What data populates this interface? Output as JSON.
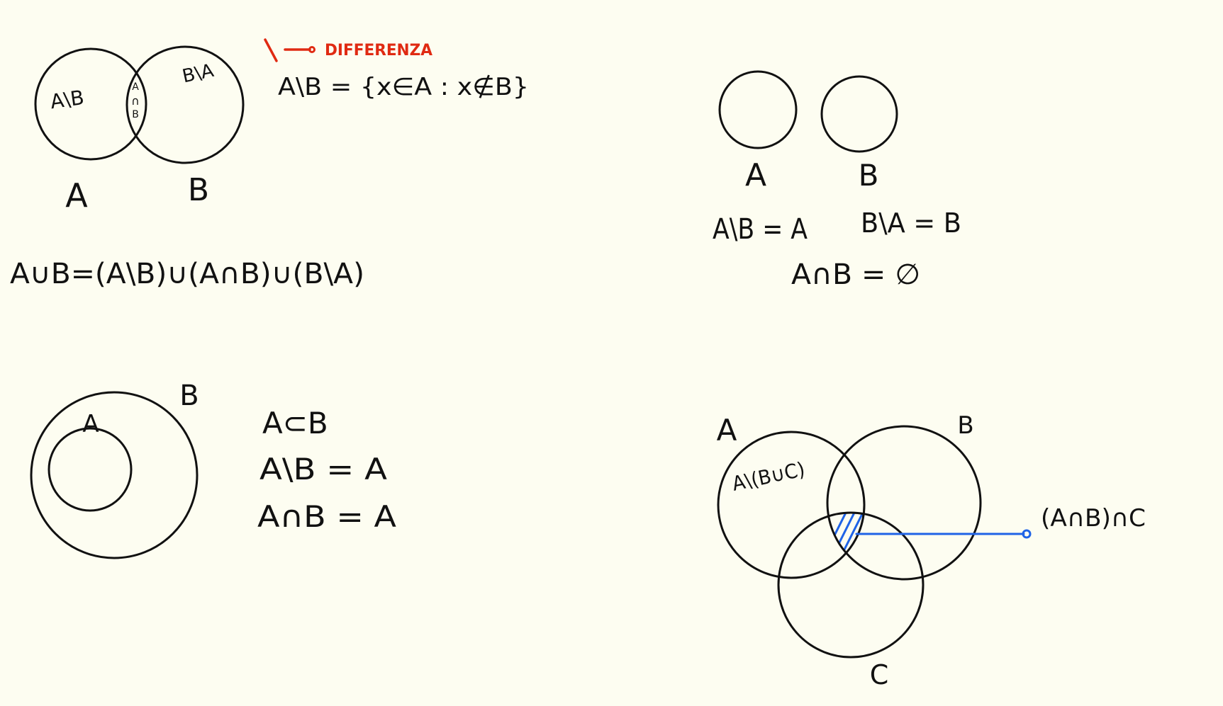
{
  "colors": {
    "background": "#fdfdf1",
    "ink": "#111111",
    "red_note": "#e02a12",
    "highlight_blue": "#1f63e6"
  },
  "diagram1": {
    "region_a_minus_b": "A\\B",
    "region_b_minus_a": "B\\A",
    "intersection_symbol": [
      "A",
      "∩",
      "B"
    ],
    "set_a_label": "A",
    "set_b_label": "B",
    "union_formula": "A∪B=(A\\B)∪(A∩B)∪(B\\A)"
  },
  "difference_note": {
    "symbol": "\\",
    "label": "DIFFERENZA",
    "definition": "A\\B = {x∈A : x∉B}"
  },
  "diagram2": {
    "set_b_label": "B",
    "set_a_label": "A",
    "subset": "A⊂B",
    "difference": "A\\B = A",
    "intersection": "A∩B = A"
  },
  "diagram3": {
    "set_a_label": "A",
    "set_b_label": "B",
    "a_minus_b": "A\\B = A",
    "b_minus_a": "B\\A = B",
    "intersection": "A∩B = ∅"
  },
  "diagram4": {
    "set_a_label": "A",
    "set_b_label": "B",
    "set_c_label": "C",
    "region_label": "A\\(B∪C)",
    "highlight_label": "(A∩B)∩C"
  }
}
